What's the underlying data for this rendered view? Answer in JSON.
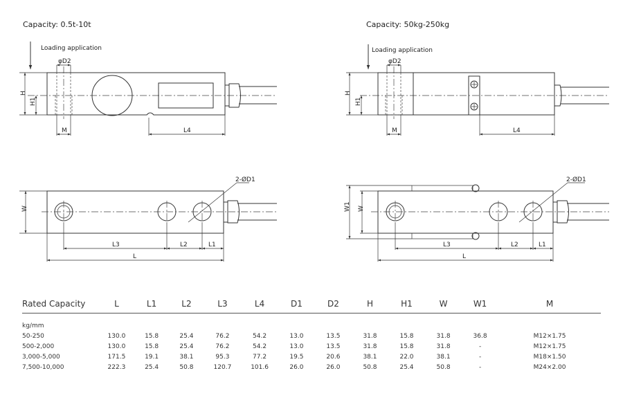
{
  "views": {
    "left_title": "Capacity: 0.5t-10t",
    "right_title": "Capacity: 50kg-250kg",
    "loading_label": "Loading application",
    "dims": {
      "D2": "φD2",
      "H": "H",
      "H1": "H1",
      "M": "M",
      "L4": "L4",
      "D1": "2-ØD1",
      "W": "W",
      "W1": "W1",
      "L1": "L1",
      "L2": "L2",
      "L3": "L3",
      "L": "L"
    }
  },
  "table": {
    "headers": [
      "Rated Capacity",
      "L",
      "L1",
      "L2",
      "L3",
      "L4",
      "D1",
      "D2",
      "H",
      "H1",
      "W",
      "W1",
      "M"
    ],
    "unit": "kg/mm",
    "rows": [
      [
        "50-250",
        "130.0",
        "15.8",
        "25.4",
        "76.2",
        "54.2",
        "13.0",
        "13.5",
        "31.8",
        "15.8",
        "31.8",
        "36.8",
        "M12×1.75"
      ],
      [
        "500-2,000",
        "130.0",
        "15.8",
        "25.4",
        "76.2",
        "54.2",
        "13.0",
        "13.5",
        "31.8",
        "15.8",
        "31.8",
        "-",
        "M12×1.75"
      ],
      [
        "3,000-5,000",
        "171.5",
        "19.1",
        "38.1",
        "95.3",
        "77.2",
        "19.5",
        "20.6",
        "38.1",
        "22.0",
        "38.1",
        "-",
        "M18×1.50"
      ],
      [
        "7,500-10,000",
        "222.3",
        "25.4",
        "50.8",
        "120.7",
        "101.6",
        "26.0",
        "26.0",
        "50.8",
        "25.4",
        "50.8",
        "-",
        "M24×2.00"
      ]
    ]
  }
}
